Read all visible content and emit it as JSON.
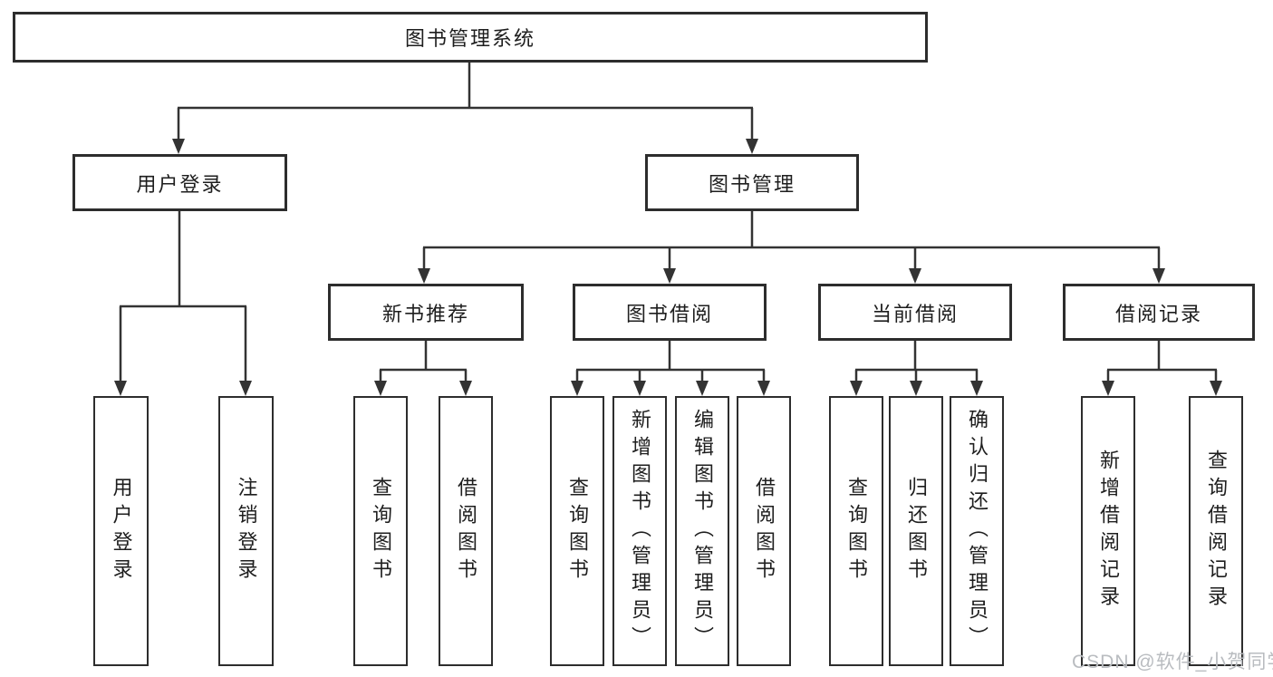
{
  "colors": {
    "line": "#333333",
    "border": "#2d2d2d",
    "text": "#1e1e1e",
    "watermark": "#b9bcc0"
  },
  "watermark": {
    "text": "CSDN @软件_小贺同学"
  },
  "tree": {
    "root": {
      "label": "图书管理系统",
      "children": [
        {
          "label": "用户登录",
          "children": [
            {
              "label": "用户登录"
            },
            {
              "label": "注销登录"
            }
          ]
        },
        {
          "label": "图书管理",
          "children": [
            {
              "label": "新书推荐",
              "children": [
                {
                  "label": "查询图书"
                },
                {
                  "label": "借阅图书"
                }
              ]
            },
            {
              "label": "图书借阅",
              "children": [
                {
                  "label": "查询图书"
                },
                {
                  "label": "新增图书（管理员）"
                },
                {
                  "label": "编辑图书（管理员）"
                },
                {
                  "label": "借阅图书"
                }
              ]
            },
            {
              "label": "当前借阅",
              "children": [
                {
                  "label": "查询图书"
                },
                {
                  "label": "归还图书"
                },
                {
                  "label": "确认归还（管理员）"
                }
              ]
            },
            {
              "label": "借阅记录",
              "children": [
                {
                  "label": "新增借阅记录"
                },
                {
                  "label": "查询借阅记录"
                }
              ]
            }
          ]
        }
      ]
    }
  }
}
